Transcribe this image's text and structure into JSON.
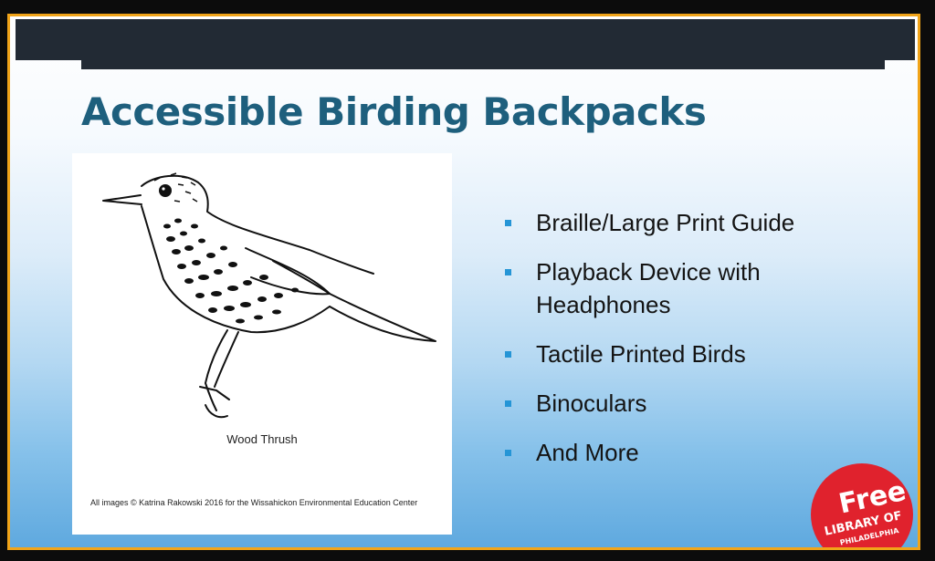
{
  "slide": {
    "title": "Accessible Birding Backpacks",
    "image": {
      "caption": "Wood Thrush",
      "credit": "All images © Katrina Rakowski 2016 for the Wissahickon Environmental Education Center"
    },
    "features": [
      "Braille/Large Print Guide",
      "Playback Device with Headphones",
      "Tactile Printed Birds",
      "Binoculars",
      "And More"
    ],
    "logo": {
      "line1": "Free",
      "line2": "LIBRARY OF",
      "line3": "PHILADELPHIA"
    }
  },
  "colors": {
    "frame_border": "#f1a419",
    "title": "#1e5f7d",
    "bullet": "#2595d6",
    "logo_red": "#e0222d",
    "top_bar": "#222a34"
  }
}
